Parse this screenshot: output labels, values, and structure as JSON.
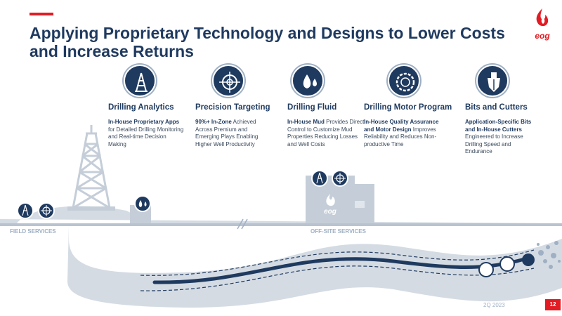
{
  "page_title": "Applying Proprietary Technology and Designs to Lower Costs and Increase Returns",
  "logo": {
    "text": "eog",
    "color": "#e31b23"
  },
  "brand_colors": {
    "navy": "#1f3a5f",
    "red": "#e31b23",
    "light_gray": "#c5ced8"
  },
  "pillars": [
    {
      "icon": "drilling-rig-icon",
      "title": "Drilling Analytics",
      "desc_bold": "In-House Proprietary Apps",
      "desc_rest": " for Detailed Drilling Monitoring and Real-time Decision Making"
    },
    {
      "icon": "target-crosshair-icon",
      "title": "Precision Targeting",
      "desc_bold": "90%+ In-Zone",
      "desc_rest": " Achieved Across Premium and Emerging Plays Enabling Higher Well Productivity"
    },
    {
      "icon": "fluid-drops-icon",
      "title": "Drilling Fluid",
      "desc_bold": "In-House Mud",
      "desc_rest": " Provides Direct Control to Customize Mud Properties Reducing Losses and Well Costs"
    },
    {
      "icon": "motor-gear-icon",
      "title": "Drilling Motor Program",
      "desc_bold": "In-House Quality Assurance and Motor Design",
      "desc_rest": " Improves Reliability and Reduces Non-productive Time"
    },
    {
      "icon": "drill-bit-icon",
      "title": "Bits and Cutters",
      "desc_bold": "Application-Specific Bits and In-House Cutters",
      "desc_rest": " Engineered to Increase Drilling Speed and Endurance"
    }
  ],
  "scene": {
    "field_label": "FIELD SERVICES",
    "offsite_label": "OFF-SITE SERVICES",
    "building_logo": "eog"
  },
  "footer": {
    "date": "2Q 2023",
    "page_number": "12"
  }
}
